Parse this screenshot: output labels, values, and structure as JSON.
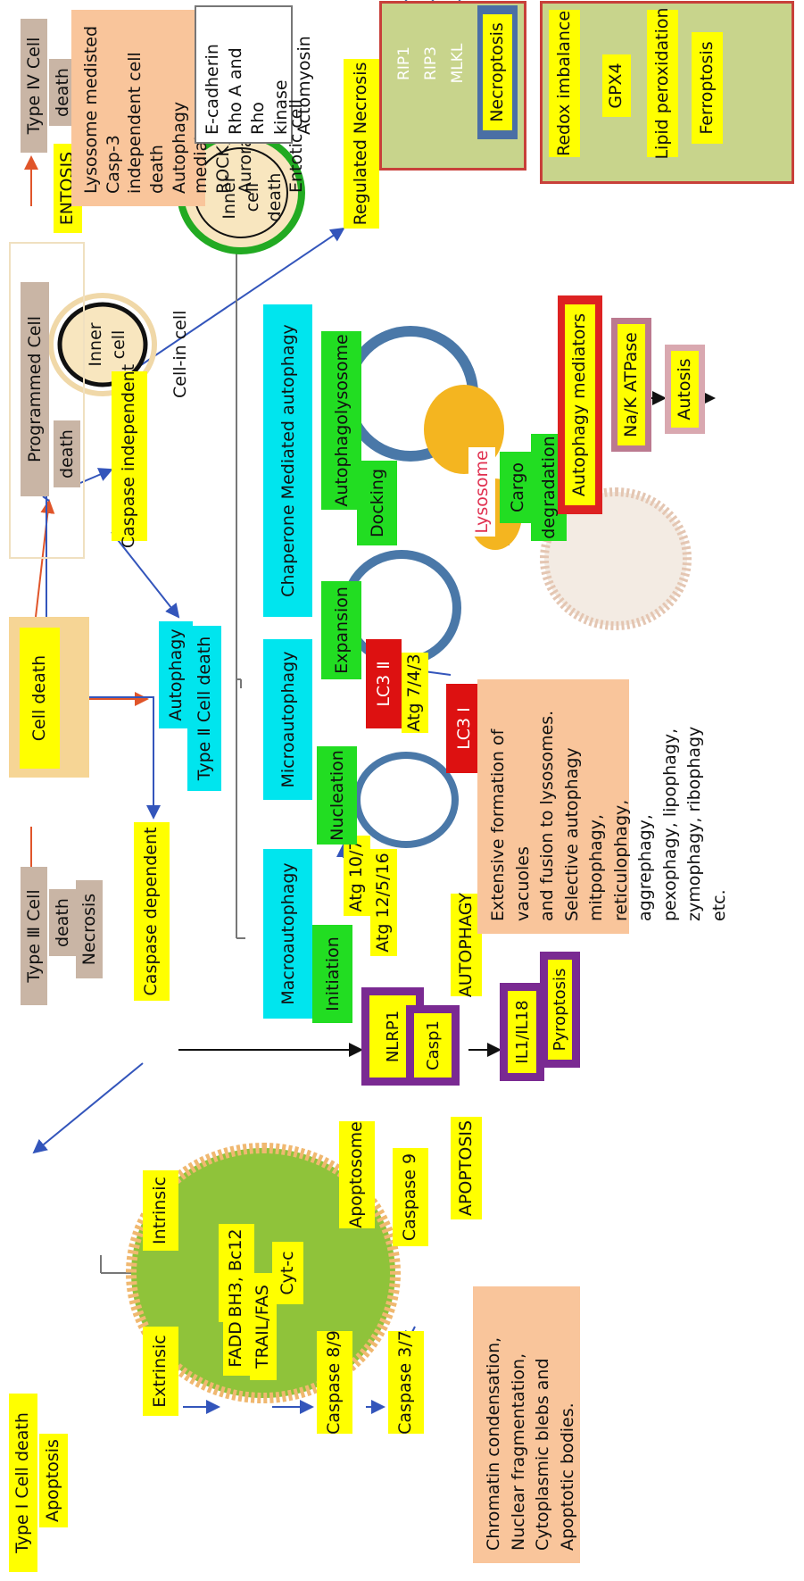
{
  "colors": {
    "yellow": "#ffff00",
    "cyan": "#00e5ee",
    "green": "#22dd22",
    "tan": "#c9b5a5",
    "peach": "#f9c59b",
    "purple": "#7a2a92",
    "red": "#dd1111",
    "blue_arrow": "#3355bb",
    "orange_arrow": "#e0552a"
  },
  "top": {
    "cell_death": "Cell death",
    "programmed_cell": "Programmed Cell",
    "programmed_death": "death",
    "type3_cell": "Type Ⅲ Cell",
    "type3_death": "death",
    "type3_necrosis": "Necrosis",
    "type4_cell": "Type Ⅳ Cell",
    "type4_death": "death",
    "caspase_dependent": "Caspase dependent",
    "caspase_independent": "Caspase independent",
    "regulated_necrosis": "Regulated Necrosis"
  },
  "apoptosis": {
    "type1_title": "Type Ⅰ Cell death",
    "type1_sub": "Apoptosis",
    "extrinsic": "Extrinsic",
    "intrinsic": "Intrinsic",
    "fadd": "FADD",
    "trail": "TRAIL/FAS",
    "bh3": "BH3, Bc12",
    "cytc": "Cyt-c",
    "apoptosome": "Apoptosome",
    "caspase9": "Caspase 9",
    "caspase89": "Caspase 8/9",
    "caspase37": "Caspase 3/7",
    "heading": "APOPTOSIS",
    "description": "Chromatin condensation,\nNuclear fragmentation,\nCytoplasmic blebs and\nApoptotic bodies."
  },
  "pyroptosis": {
    "nlrp1": "NLRP1",
    "casp1": "Casp1",
    "il": "IL1/IL18",
    "pyroptosis": "Pyroptosis"
  },
  "autophagy": {
    "autophagy": "Autophagy",
    "type2": "Type Ⅱ Cell death",
    "macro": "Macroautophagy",
    "micro": "Microautophagy",
    "chaperone": "Chaperone Mediated autophagy",
    "initiation": "Initiation",
    "atg107": "Atg 10/7",
    "atg12": "Atg 12/5/16",
    "nucleation": "Nucleation",
    "lc3ii": "LC3 Ⅱ",
    "lc3i": "LC3 Ⅰ",
    "atg743": "Atg 7/4/3",
    "expansion": "Expansion",
    "autophagolysosome": "Autophagolysosome",
    "docking": "Docking",
    "lysosome": "Lysosome",
    "cargo": "Cargo",
    "degradation": "degradation",
    "heading": "AUTOPHAGY",
    "description": "Extensive formation of vacuoles\nand fusion to lysosomes.\nSelective autophagy mitpophagy,\nreticulophagy, aggrephagy,\npexophagy, lipophagy,\nzymophagy, ribophagy etc."
  },
  "autosis": {
    "mediators": "Autophagy mediators",
    "atpase": "Na/K ATPase",
    "autosis": "Autosis"
  },
  "entosis": {
    "heading": "ENTOSIS",
    "mediators": "Lysosome medisted\nCasp-3\nindependent cell death\nAutophagy mediators,\nROCK, Vps34, Aurora A",
    "cadherin": "E-cadherin\nRho A and Rho\nkinase\nActomyosin",
    "inner_cell": "Inner\ncell",
    "cell_in_cell": "Cell-in cell",
    "inner_cell_death": "Inner\ncell\ndeath",
    "entotic": "Entotic cell"
  },
  "necroptosis": {
    "rip1": "RIP1",
    "rip3": "RIP3",
    "mlkl": "MLKL",
    "necroptosis": "Necroptosis"
  },
  "ferroptosis": {
    "redox": "Redox imbalance",
    "gpx4": "GPX4",
    "lipid": "Lipid peroxidation",
    "ferroptosis": "Ferroptosis"
  }
}
